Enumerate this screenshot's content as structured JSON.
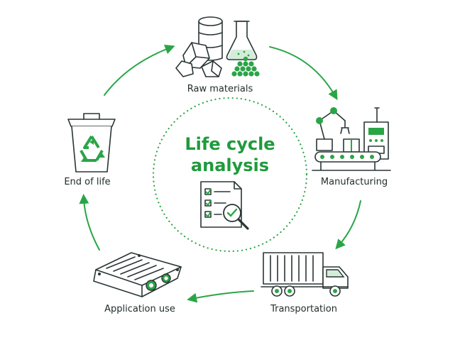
{
  "center": {
    "line1": "Life cycle",
    "line2": "analysis"
  },
  "stages": [
    {
      "label": "Raw materials"
    },
    {
      "label": "Manufacturing"
    },
    {
      "label": "Transportation"
    },
    {
      "label": "Application use"
    },
    {
      "label": "End of life"
    }
  ],
  "colors": {
    "accent": "#2aa546",
    "ink": "#2a3535",
    "title": "#1f9a3c"
  }
}
